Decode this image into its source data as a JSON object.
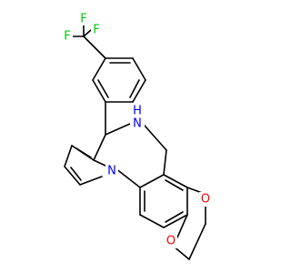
{
  "molecule": {
    "atom_labels": {
      "f_top": "F",
      "f_left": "F",
      "f_right": "F",
      "nh_n": "N",
      "nh_h": "H",
      "n_pyrrole": "N",
      "o_upper": "O",
      "o_lower": "O"
    },
    "colors": {
      "bond": "#000000",
      "fluorine": "#00cc00",
      "nitrogen": "#0000ff",
      "oxygen": "#ff0000",
      "background": "#ffffff"
    }
  }
}
